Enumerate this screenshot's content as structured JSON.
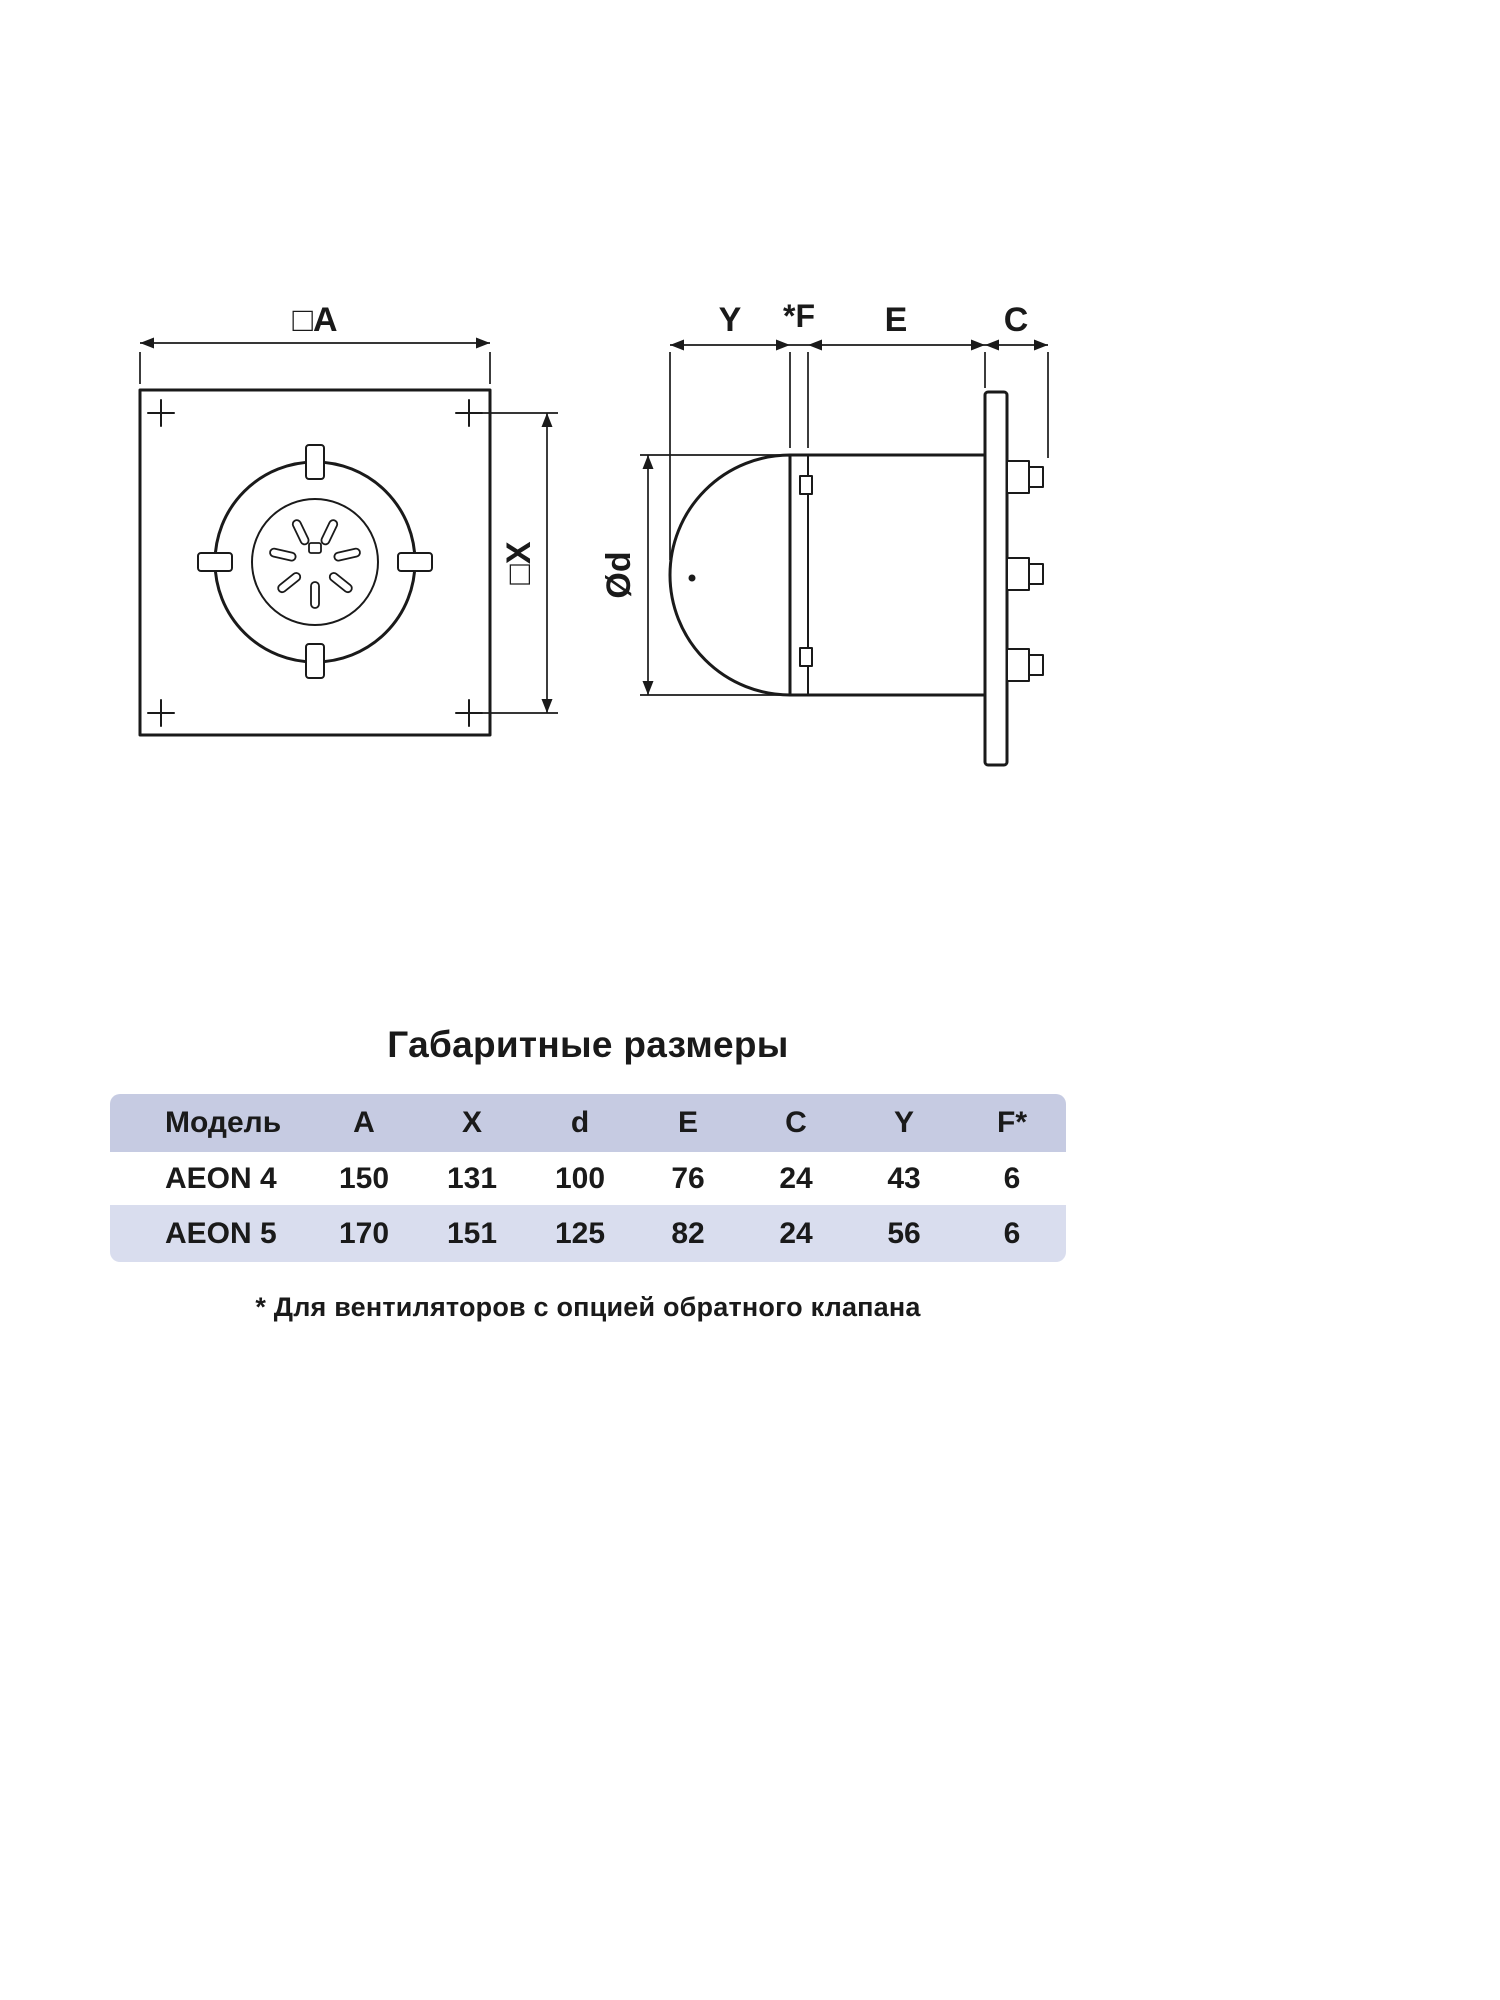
{
  "title": "Габаритные размеры",
  "footnote": "* Для вентиляторов с опцией обратного клапана",
  "front_view": {
    "dim_a": "□A",
    "dim_x": "□X"
  },
  "side_view": {
    "dim_y": "Y",
    "dim_f": "*F",
    "dim_e": "E",
    "dim_c": "C",
    "dim_d": "Ød"
  },
  "table": {
    "headers": [
      "Модель",
      "A",
      "X",
      "d",
      "E",
      "C",
      "Y",
      "F*"
    ],
    "rows": [
      [
        "AEON 4",
        "150",
        "131",
        "100",
        "76",
        "24",
        "43",
        "6"
      ],
      [
        "AEON 5",
        "170",
        "151",
        "125",
        "82",
        "24",
        "56",
        "6"
      ]
    ]
  },
  "colors": {
    "ink": "#1a1a1a",
    "header_bg": "#c6cbe2",
    "row_alt_bg": "#d9ddee",
    "page_bg": "#ffffff"
  }
}
